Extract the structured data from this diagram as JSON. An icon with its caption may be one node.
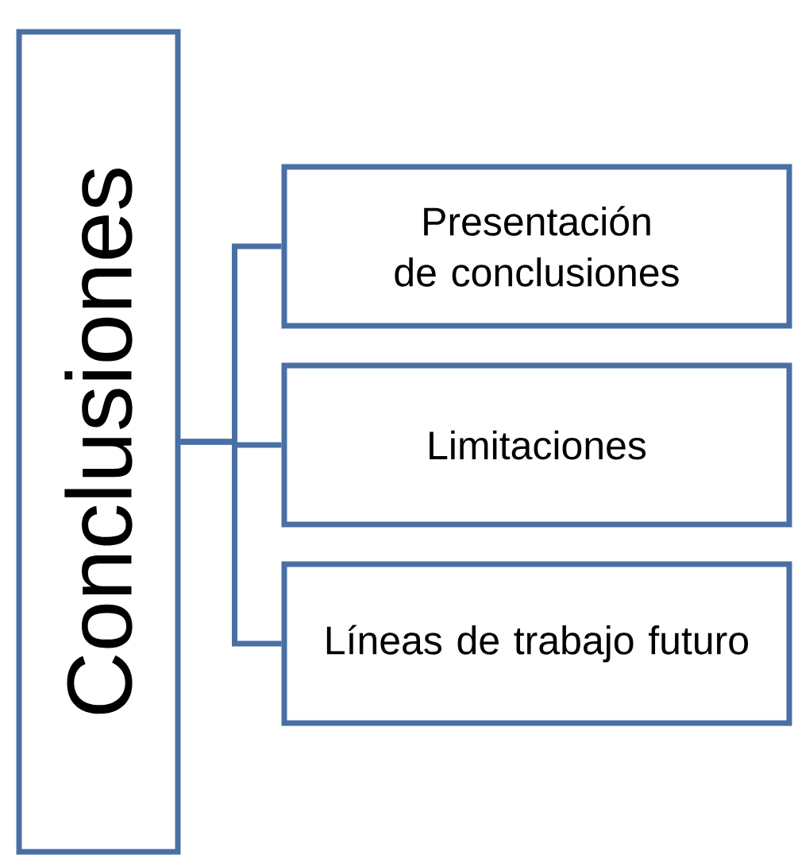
{
  "diagram": {
    "nodes": [
      {
        "text": [
          "Conclusiones"
        ]
      },
      {
        "text": [
          "Presentación de conclusiones"
        ]
      },
      {
        "text": [
          "Limitaciones"
        ]
      },
      {
        "text": [
          "Líneas de trabajo futuro"
        ]
      }
    ],
    "edges": [
      {
        "from": 0,
        "to": 1,
        "arrow": "none"
      },
      {
        "from": 0,
        "to": 2,
        "arrow": "none"
      },
      {
        "from": 0,
        "to": 3,
        "arrow": "none"
      }
    ]
  }
}
